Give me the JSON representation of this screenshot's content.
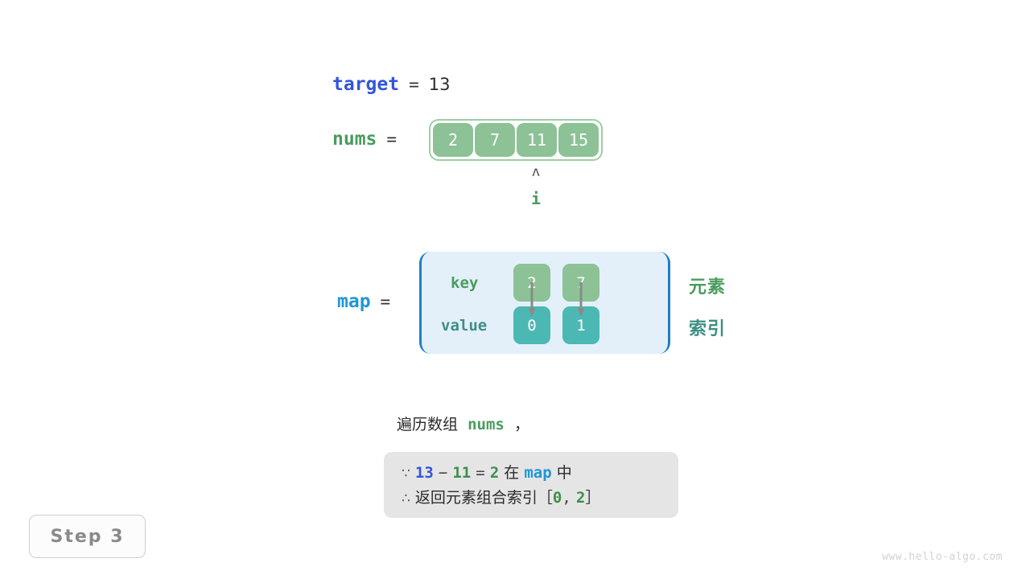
{
  "target": {
    "name": "target",
    "equals": "=",
    "value": "13"
  },
  "nums": {
    "name": "nums",
    "equals": "=",
    "cells": [
      "2",
      "7",
      "11",
      "15"
    ],
    "pointer": {
      "caret": "ʌ",
      "label": "i",
      "index": 2
    }
  },
  "map": {
    "name": "map",
    "equals": "=",
    "row_labels": {
      "key": "key",
      "value": "value"
    },
    "keys": [
      "2",
      "7"
    ],
    "values": [
      "0",
      "1"
    ],
    "side_labels": {
      "element": "元素",
      "index": "索引"
    }
  },
  "caption": {
    "prefix": "遍历数组",
    "code": "nums",
    "suffix": "，"
  },
  "note": {
    "line1": {
      "symbol": "∵",
      "a": "13",
      "minus": "−",
      "b": "11",
      "eq": "=",
      "c": "2",
      "mid": "在",
      "map": "map",
      "tail": "中"
    },
    "line2": {
      "symbol": "∴",
      "text": "返回元素组合索引",
      "bracket_open": "［",
      "i0": "0",
      "comma": ",",
      "i1": "2",
      "bracket_close": "］"
    }
  },
  "step_badge": "Step 3",
  "watermark": "www.hello-algo.com",
  "colors": {
    "target_blue": "#3355dd",
    "nums_green": "#4a9c5d",
    "map_blue": "#2196d6",
    "cell_green": "#8cc295",
    "cell_teal": "#4cb8b4",
    "map_bg": "#e3f0fa",
    "note_bg": "#e5e5e5",
    "arrow_gray": "#8a8a8a"
  }
}
